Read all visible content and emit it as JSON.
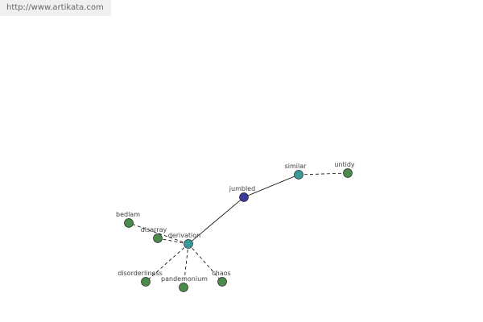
{
  "header": {
    "url": "http://www.artikata.com"
  },
  "graph": {
    "nodes": [
      {
        "id": "jumbled",
        "label": "jumbled",
        "color": "#3a3a9a"
      },
      {
        "id": "similar",
        "label": "similar",
        "color": "#3a9a9a"
      },
      {
        "id": "untidy",
        "label": "untidy",
        "color": "#4a8a4a"
      },
      {
        "id": "derivation",
        "label": "derivation",
        "color": "#3a9a9a"
      },
      {
        "id": "bedlam",
        "label": "bedlam",
        "color": "#4a8a4a"
      },
      {
        "id": "disarray",
        "label": "disarray",
        "color": "#4a8a4a"
      },
      {
        "id": "disorderliness",
        "label": "disorderliness",
        "color": "#4a8a4a"
      },
      {
        "id": "pandemonium",
        "label": "pandemonium",
        "color": "#4a8a4a"
      },
      {
        "id": "chaos",
        "label": "chaos",
        "color": "#4a8a4a"
      }
    ],
    "edges": [
      {
        "from": "jumbled",
        "to": "similar",
        "style": "solid"
      },
      {
        "from": "similar",
        "to": "untidy",
        "style": "dashed"
      },
      {
        "from": "jumbled",
        "to": "derivation",
        "style": "solid"
      },
      {
        "from": "derivation",
        "to": "bedlam",
        "style": "dashed"
      },
      {
        "from": "derivation",
        "to": "disarray",
        "style": "dashed"
      },
      {
        "from": "derivation",
        "to": "disorderliness",
        "style": "dashed"
      },
      {
        "from": "derivation",
        "to": "pandemonium",
        "style": "dashed"
      },
      {
        "from": "derivation",
        "to": "chaos",
        "style": "dashed"
      }
    ]
  }
}
